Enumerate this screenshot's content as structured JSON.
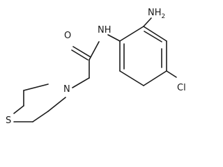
{
  "molecule": {
    "atoms": {
      "nh2": {
        "symbol": "NH",
        "subscript": "2"
      },
      "amide_nh": {
        "symbol": "NH"
      },
      "carbonyl_o": {
        "symbol": "O"
      },
      "ring_n": {
        "symbol": "N"
      },
      "ring_s": {
        "symbol": "S"
      },
      "chloro": {
        "symbol": "Cl"
      }
    }
  }
}
